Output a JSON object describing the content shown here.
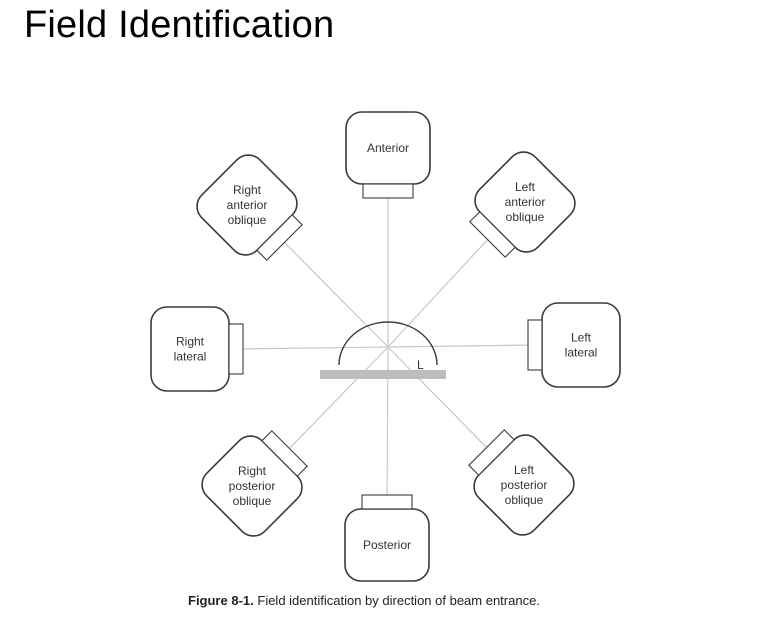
{
  "title": "Field Identification",
  "caption": {
    "figure_number": "Figure 8-1.",
    "text": "Field identification by direction of beam entrance."
  },
  "center_marker": "L",
  "fields": [
    {
      "id": "anterior",
      "lines": [
        "Anterior"
      ]
    },
    {
      "id": "left-anterior-oblique",
      "lines": [
        "Left",
        "anterior",
        "oblique"
      ]
    },
    {
      "id": "left-lateral",
      "lines": [
        "Left",
        "lateral"
      ]
    },
    {
      "id": "left-posterior-oblique",
      "lines": [
        "Left",
        "posterior",
        "oblique"
      ]
    },
    {
      "id": "posterior",
      "lines": [
        "Posterior"
      ]
    },
    {
      "id": "right-posterior-oblique",
      "lines": [
        "Right",
        "posterior",
        "oblique"
      ]
    },
    {
      "id": "right-lateral",
      "lines": [
        "Right",
        "lateral"
      ]
    },
    {
      "id": "right-anterior-oblique",
      "lines": [
        "Right",
        "anterior",
        "oblique"
      ]
    }
  ],
  "colors": {
    "box_stroke": "#3a3a3a",
    "beam_line": "#c8c8c8",
    "couch": "#bdbdbd"
  }
}
